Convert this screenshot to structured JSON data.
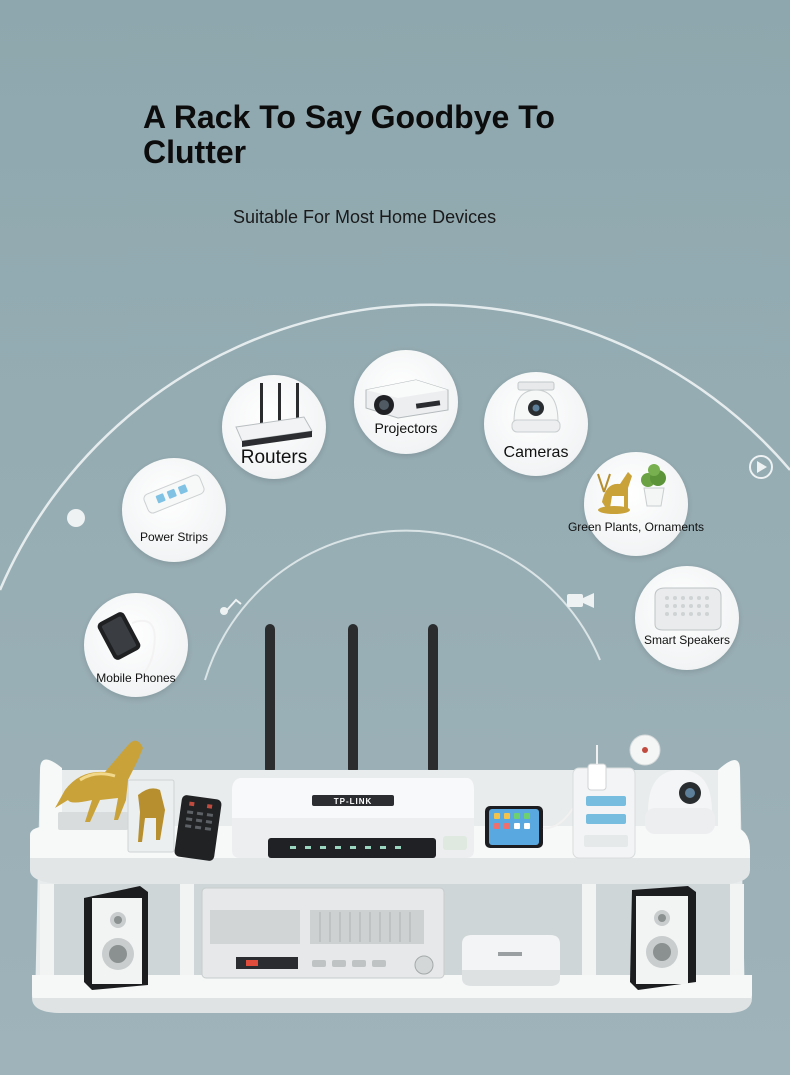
{
  "headline": "A Rack To Say Goodbye To Clutter",
  "subtitle": "Suitable For Most Home Devices",
  "devices": {
    "mobile_phones": "Mobile Phones",
    "power_strips": "Power Strips",
    "routers": "Routers",
    "projectors": "Projectors",
    "cameras": "Cameras",
    "plants_ornaments": "Green Plants, Ornaments",
    "smart_speakers": "Smart Speakers"
  },
  "router_brand": "TP-LINK",
  "colors": {
    "background": "#94acb2",
    "shelf": "#f4f5f5",
    "arc": "#e8eef0",
    "gold": "#c9a23a"
  }
}
